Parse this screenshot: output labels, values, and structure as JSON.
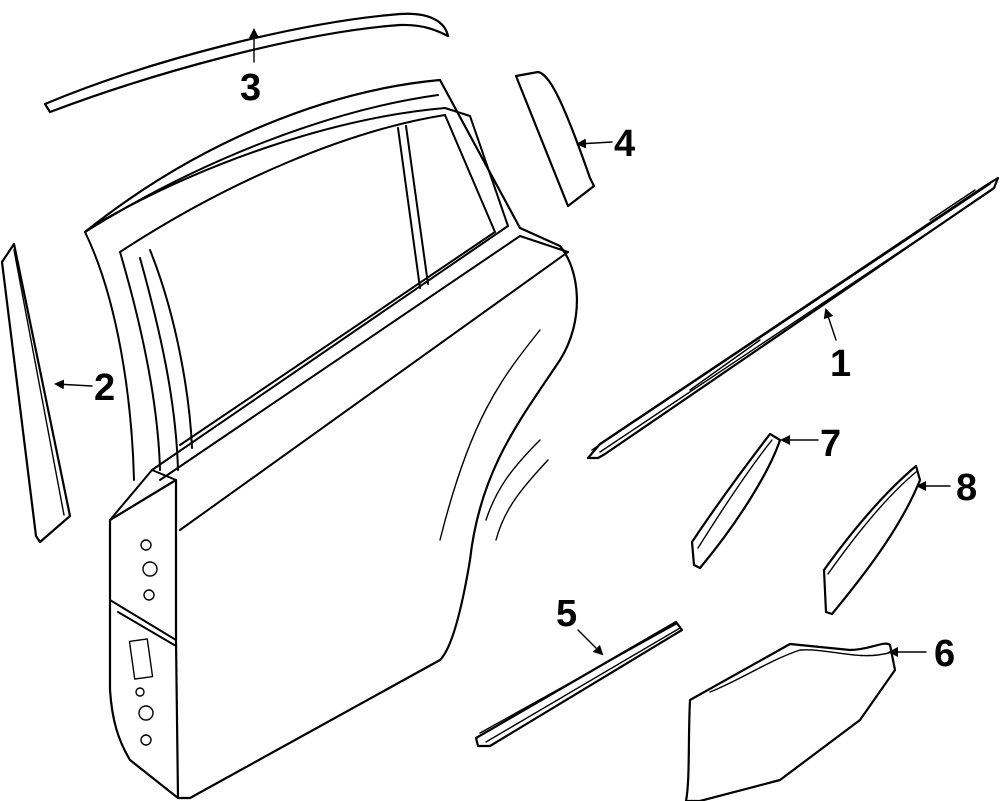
{
  "diagram": {
    "colors": {
      "stroke": "#000000",
      "background": "#ffffff"
    },
    "callouts": [
      {
        "number": "1",
        "part": "belt-molding-outer"
      },
      {
        "number": "2",
        "part": "front-pillar-applique"
      },
      {
        "number": "3",
        "part": "roof-drip-molding"
      },
      {
        "number": "4",
        "part": "rear-pillar-applique"
      },
      {
        "number": "5",
        "part": "lower-side-molding"
      },
      {
        "number": "6",
        "part": "lower-rear-molding"
      },
      {
        "number": "7",
        "part": "wheel-opening-molding-upper"
      },
      {
        "number": "8",
        "part": "wheel-opening-molding-lower"
      }
    ]
  }
}
